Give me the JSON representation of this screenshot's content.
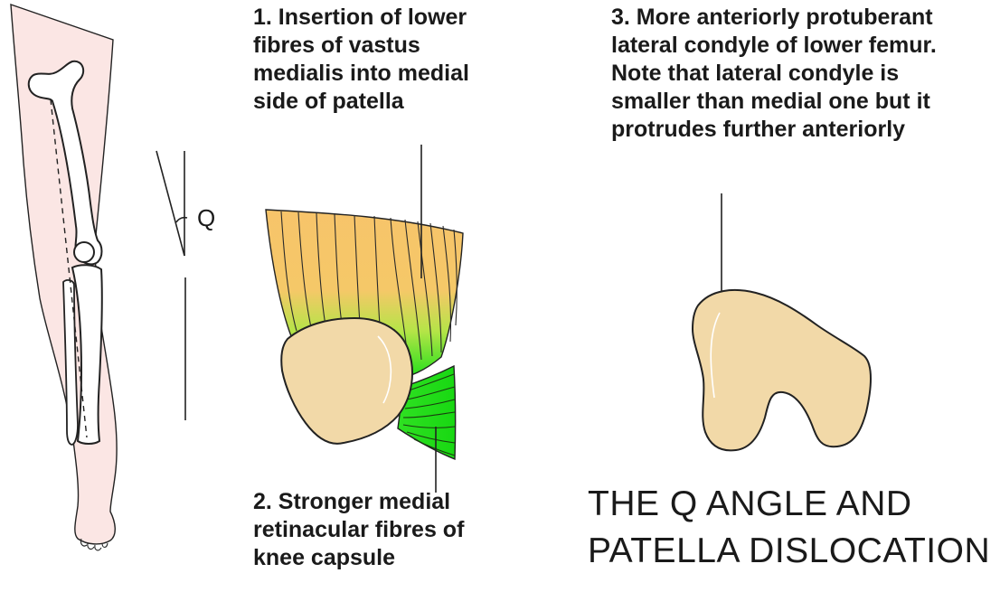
{
  "labels": {
    "label1": [
      "1. Insertion of lower",
      "fibres of vastus",
      "medialis into medial",
      "side of patella"
    ],
    "label2": [
      "2. Stronger medial",
      "retinacular fibres of",
      "knee capsule"
    ],
    "label3": [
      "3.  More anteriorly protuberant",
      "lateral condyle of lower femur.",
      "Note that lateral condyle is",
      "smaller than medial one but   it",
      "protrudes further anteriorly"
    ],
    "q_symbol": "Q"
  },
  "title": [
    "THE Q ANGLE AND",
    "PATELLA DISLOCATION"
  ],
  "colors": {
    "leg_fill": "#fbe6e4",
    "muscle_orange": "#f7c46a",
    "muscle_green": "#22e01a",
    "bone_fill": "#f2d9a8",
    "line": "#1a1a1a"
  }
}
